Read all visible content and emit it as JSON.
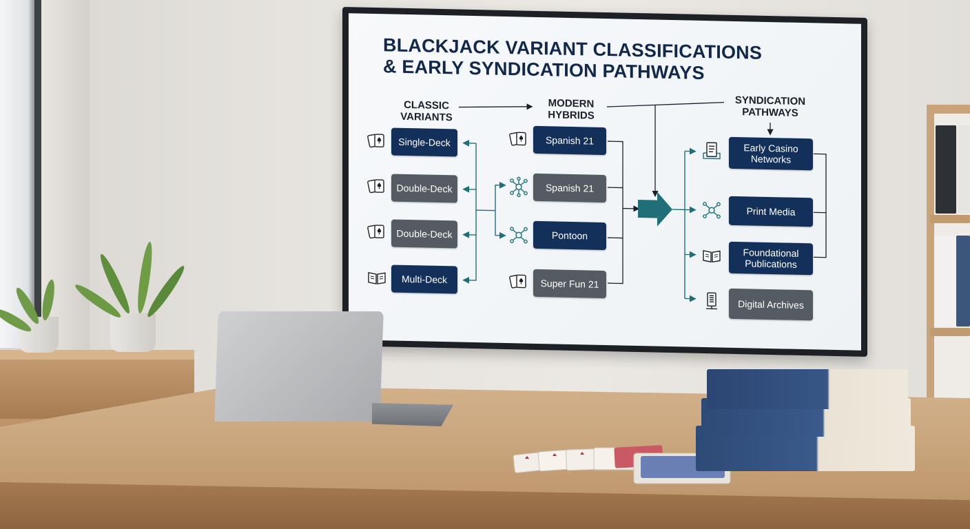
{
  "screen": {
    "title_line1": "BLACKJACK VARIANT CLASSIFICATIONS",
    "title_line2": "& EARLY SYNDICATION PATHWAYS",
    "columns": {
      "classic": [
        "CLASSIC",
        "VARIANTS"
      ],
      "modern": [
        "MODERN",
        "HYBRIDS"
      ],
      "syndication": [
        "SYNDICATION",
        "PATHWAYS"
      ]
    },
    "classic_nodes": [
      {
        "label": "Single-Deck",
        "icon": "playing-cards-icon",
        "style": "navy"
      },
      {
        "label": "Double-Deck",
        "icon": "playing-cards-icon",
        "style": "gray"
      },
      {
        "label": "Double-Deck",
        "icon": "playing-cards-icon",
        "style": "gray"
      },
      {
        "label": "Multi-Deck",
        "icon": "open-book-icon",
        "style": "navy"
      }
    ],
    "modern_nodes": [
      {
        "label": "Spanish 21",
        "icon": "playing-cards-icon",
        "style": "navy"
      },
      {
        "label": "Spanish 21",
        "icon": "network-icon",
        "style": "gray"
      },
      {
        "label": "Pontoon",
        "icon": "network-icon",
        "style": "navy"
      },
      {
        "label": "Super Fun 21",
        "icon": "playing-cards-icon",
        "style": "gray"
      }
    ],
    "syndication_nodes": [
      {
        "label": "Early Casino Networks",
        "line1": "Early Casino",
        "line2": "Networks",
        "icon": "document-icon",
        "style": "navy"
      },
      {
        "label": "Print Media",
        "icon": "network-icon",
        "style": "navy"
      },
      {
        "label": "Foundational Publications",
        "line1": "Foundational",
        "line2": "Publications",
        "icon": "open-book-icon",
        "style": "navy"
      },
      {
        "label": "Digital Archives",
        "icon": "server-icon",
        "style": "gray"
      }
    ],
    "colors": {
      "navy": "#13305a",
      "gray": "#545b63",
      "teal": "#1f6f79",
      "title": "#11284a"
    }
  }
}
